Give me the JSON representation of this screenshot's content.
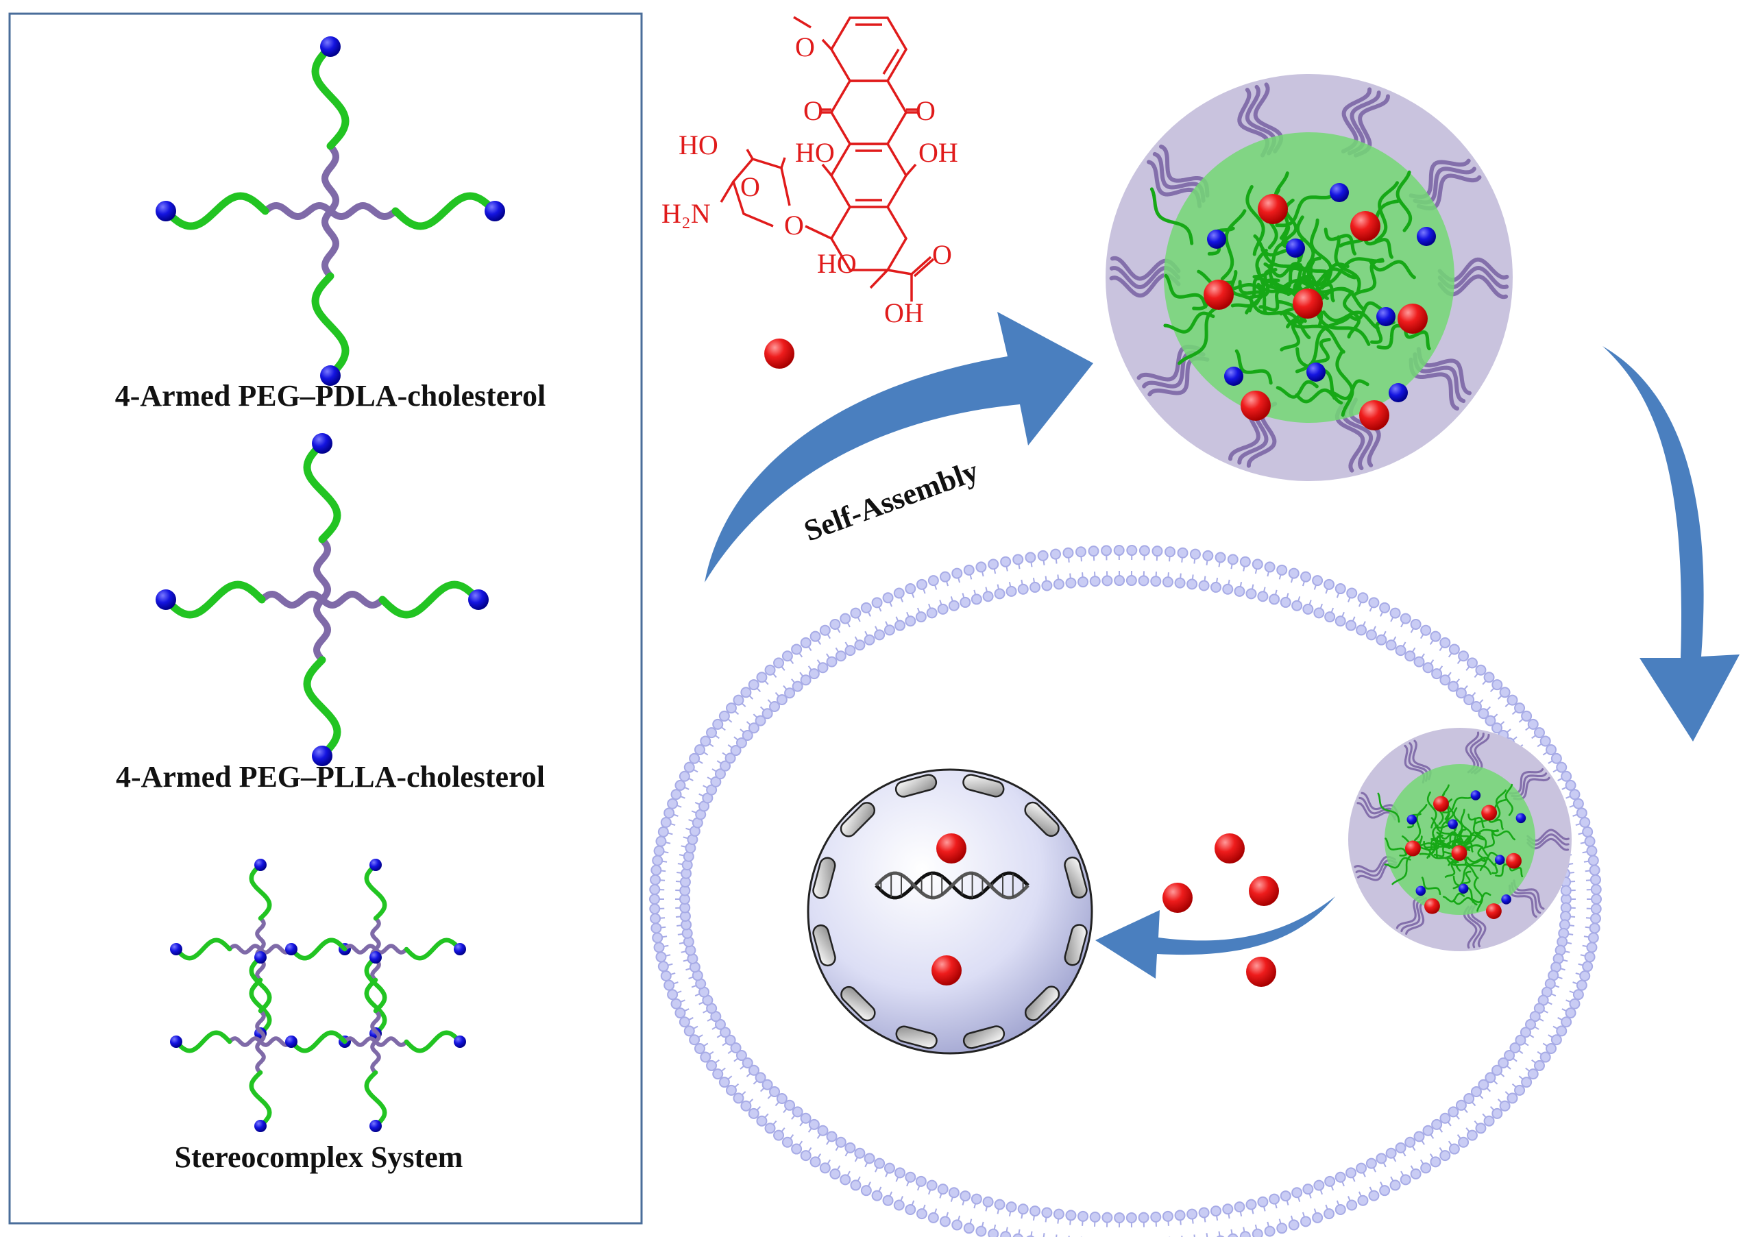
{
  "figure": {
    "left_panel": {
      "label_pdla": "4-Armed PEG–PDLA-cholesterol",
      "label_plla": "4-Armed PEG–PLLA-cholesterol",
      "label_stereo": "Stereocomplex System"
    },
    "process": {
      "self_assembly_label": "Self-Assembly"
    },
    "drug": {
      "atoms": {
        "methoxy_o": "O",
        "ketone_top": "O",
        "ketone_bottom": "O",
        "sugar_ho_top": "HO",
        "ring_ho": "HO",
        "ring_oh": "OH",
        "amine": "H₂N",
        "ring_o": "O",
        "glycosidic_o": "O",
        "ho_bottom": "HO",
        "carbonyl_o": "O",
        "terminal_oh": "OH"
      }
    },
    "colors": {
      "peg": "#22c422",
      "pla": "#7f6aa8",
      "cholesterol": "#1010d6",
      "drug": "#e31515",
      "micelle_shell": "#c9c3de",
      "micelle_core": "#74d874",
      "arrow": "#4a7fbf",
      "membrane": "#a7abe6",
      "nucleus": "#d9dbf4",
      "panel_border": "#4a6d9a"
    }
  }
}
